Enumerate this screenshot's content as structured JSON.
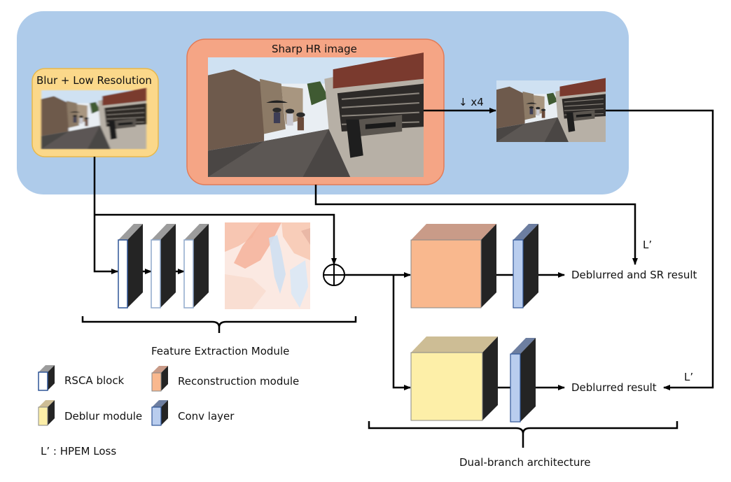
{
  "panel": {
    "blur_label": "Blur + Low Resolution",
    "sharp_label": "Sharp HR image",
    "downsample_label": "↓ x4"
  },
  "modules": {
    "feature_extraction": "Feature Extraction Module",
    "dual_branch": "Dual-branch architecture"
  },
  "outputs": {
    "sr_result": "Deblurred and SR result",
    "deblur_result": "Deblurred result",
    "loss_top": "L’",
    "loss_bottom": "L’"
  },
  "legend": {
    "rsca": "RSCA block",
    "reconstruction": "Reconstruction module",
    "deblur": "Deblur module",
    "conv": "Conv layer",
    "loss": "L’ : HPEM Loss"
  },
  "colors": {
    "panel_bg": "#aecbea",
    "blur_box": "#fbd88a",
    "sharp_box": "#f5a585",
    "reconstruction": "#f9b88e",
    "deblur": "#fdefa8",
    "conv": "#b9cdee",
    "rsca_face": "#ffffff",
    "block_side": "#242424"
  }
}
